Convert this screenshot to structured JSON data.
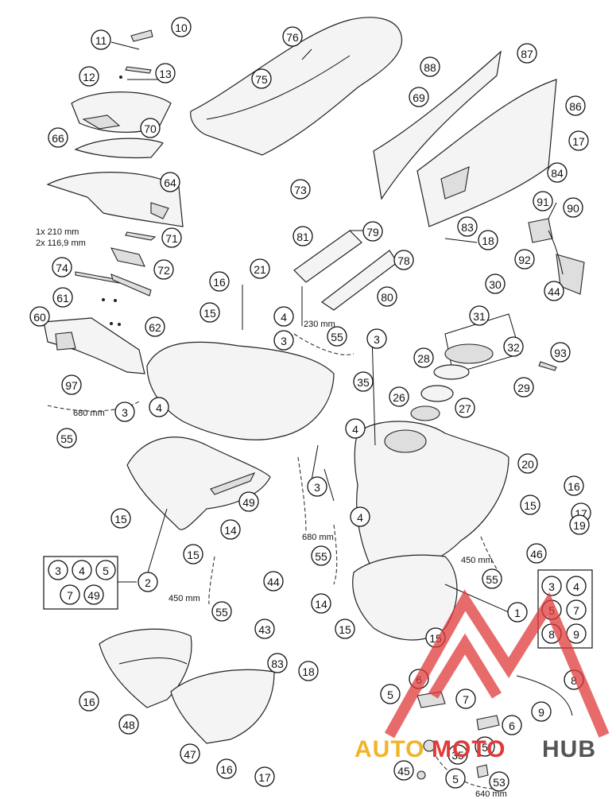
{
  "dimension_notes": {
    "spec_1": "1x 210 mm",
    "spec_2": "2x 116,9 mm",
    "hose_230": "230 mm",
    "hose_680_a": "680 mm",
    "hose_680_b": "680 mm",
    "hose_450_a": "450 mm",
    "hose_450_b": "450 mm",
    "hose_640": "640 mm"
  },
  "callouts": [
    "1",
    "2",
    "3",
    "3",
    "3",
    "3",
    "4",
    "4",
    "4",
    "4",
    "5",
    "5",
    "5",
    "6",
    "6",
    "7",
    "8",
    "9",
    "10",
    "11",
    "12",
    "13",
    "14",
    "14",
    "15",
    "15",
    "15",
    "15",
    "15",
    "15",
    "16",
    "16",
    "16",
    "16",
    "17",
    "17",
    "17",
    "18",
    "18",
    "19",
    "20",
    "21",
    "26",
    "27",
    "28",
    "29",
    "30",
    "31",
    "32",
    "35",
    "35",
    "43",
    "44",
    "44",
    "45",
    "46",
    "47",
    "48",
    "49",
    "53",
    "55",
    "55",
    "55",
    "55",
    "55",
    "60",
    "61",
    "62",
    "64",
    "66",
    "69",
    "70",
    "71",
    "72",
    "73",
    "74",
    "75",
    "76",
    "78",
    "79",
    "80",
    "81",
    "83",
    "83",
    "84",
    "86",
    "87",
    "88",
    "90",
    "91",
    "92",
    "93",
    "97"
  ],
  "kit_box_left": [
    "3",
    "4",
    "5",
    "7",
    "49"
  ],
  "kit_box_right": [
    "3",
    "4",
    "5",
    "7",
    "8",
    "9"
  ],
  "watermark": {
    "auto": "AUTO",
    "moto": "MOTO",
    "hub": "HUB"
  }
}
